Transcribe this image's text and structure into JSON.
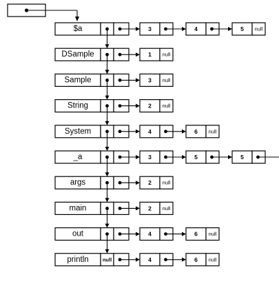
{
  "head_pointer": "•",
  "entries": [
    {
      "name": "$a",
      "next_null": false,
      "values": [
        "3",
        "4",
        "5"
      ],
      "tail": "null"
    },
    {
      "name": "DSample",
      "next_null": false,
      "values": [
        "1"
      ],
      "tail": "null"
    },
    {
      "name": "Sample",
      "next_null": false,
      "values": [
        "3"
      ],
      "tail": "null"
    },
    {
      "name": "String",
      "next_null": false,
      "values": [
        "2"
      ],
      "tail": "null"
    },
    {
      "name": "System",
      "next_null": false,
      "values": [
        "4",
        "6"
      ],
      "tail": "null"
    },
    {
      "name": "_a",
      "next_null": false,
      "values": [
        "3",
        "5",
        "5"
      ],
      "tail": "continues"
    },
    {
      "name": "args",
      "next_null": false,
      "values": [
        "2"
      ],
      "tail": "null"
    },
    {
      "name": "main",
      "next_null": false,
      "values": [
        "2"
      ],
      "tail": "null"
    },
    {
      "name": "out",
      "next_null": false,
      "values": [
        "4",
        "6"
      ],
      "tail": "null"
    },
    {
      "name": "println",
      "next_null": true,
      "values": [
        "4",
        "6"
      ],
      "tail": "null"
    }
  ],
  "null_label": "null"
}
